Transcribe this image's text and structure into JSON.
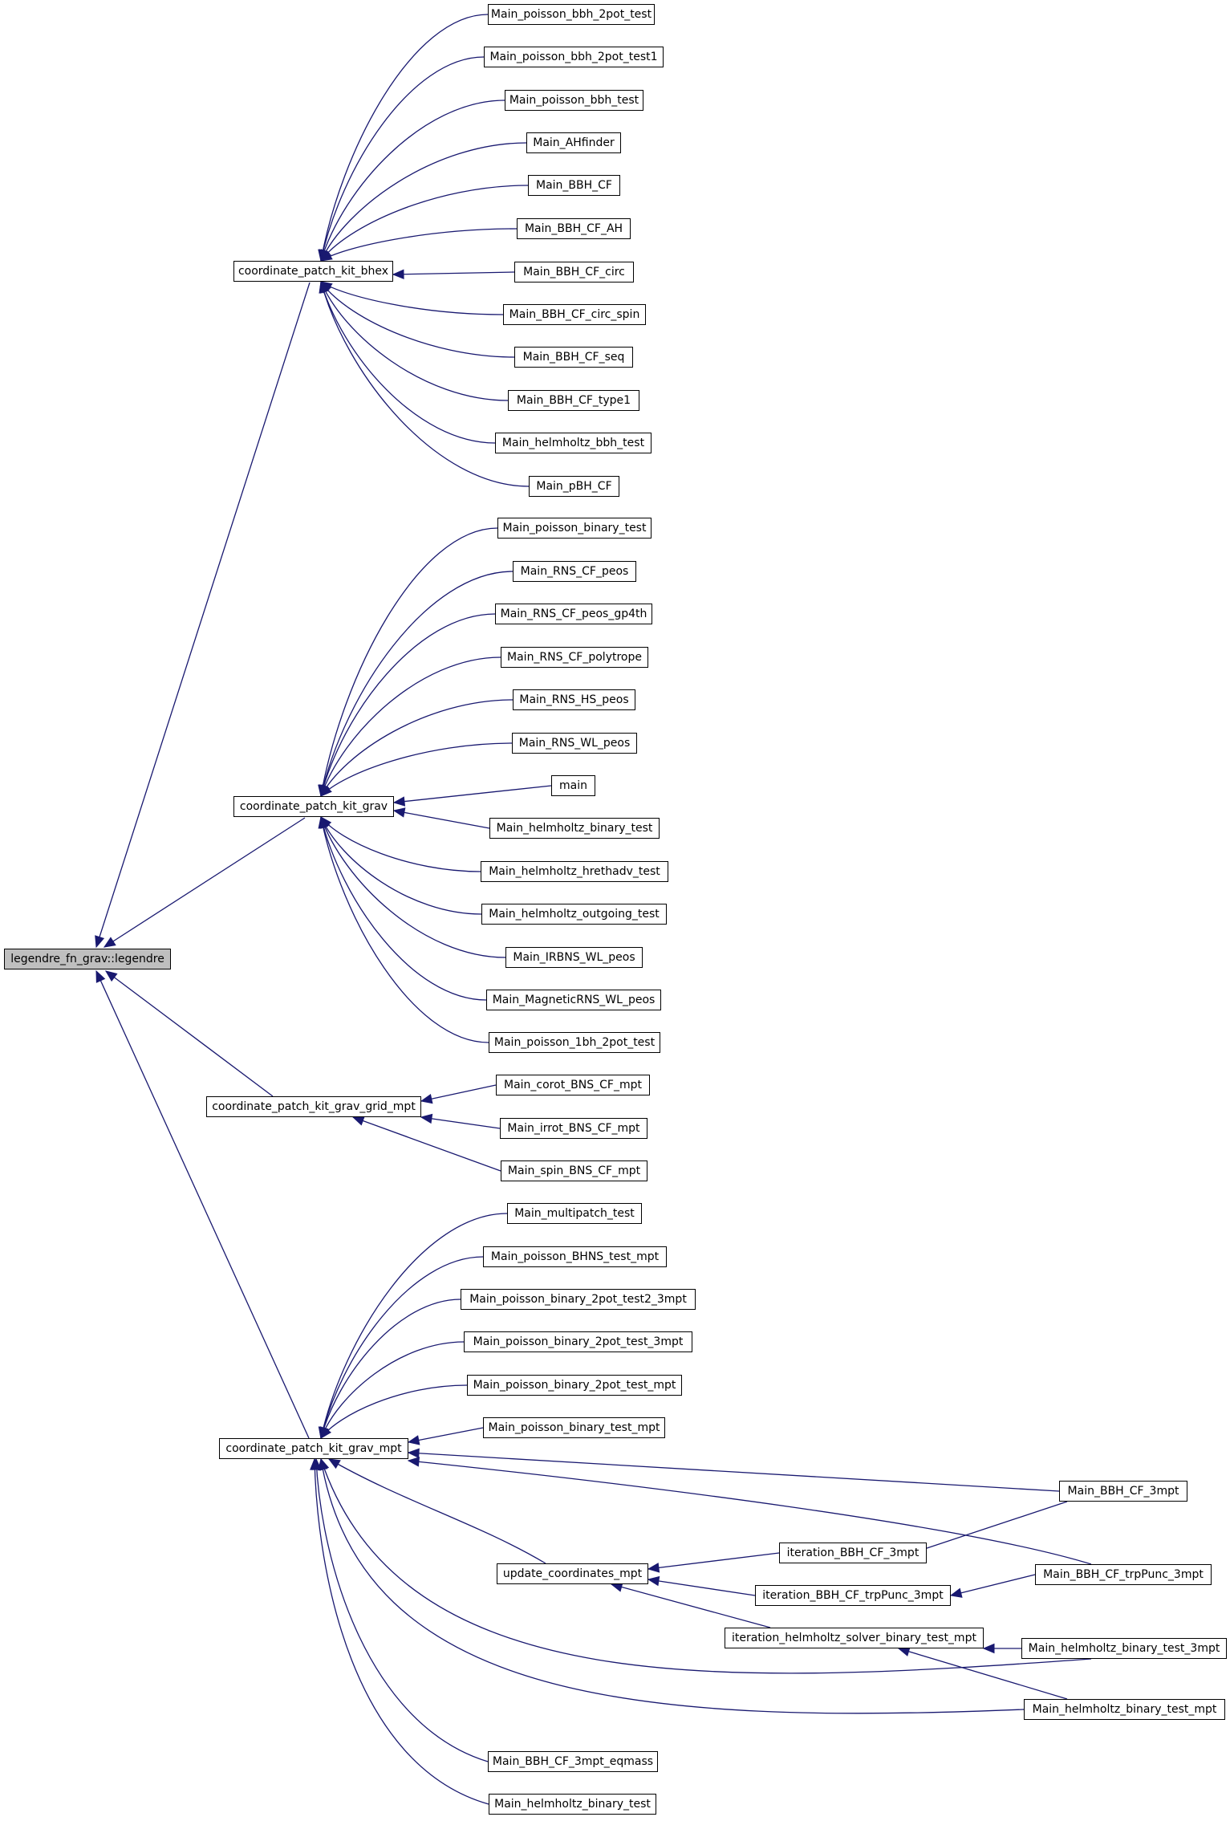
{
  "colors": {
    "edge": "#191970",
    "root_fill": "#bfbfbf",
    "node_fill": "#ffffff",
    "border": "#000000"
  },
  "nodes": {
    "root": "legendre_fn_grav::legendre",
    "bhex": "coordinate_patch_kit_bhex",
    "grav": "coordinate_patch_kit_grav",
    "gridmpt": "coordinate_patch_kit_grav_grid_mpt",
    "gravmpt": "coordinate_patch_kit_grav_mpt",
    "upd": "update_coordinates_mpt",
    "itbbh": "iteration_BBH_CF_3mpt",
    "ittrp": "iteration_BBH_CF_trpPunc_3mpt",
    "ithelm": "iteration_helmholtz_solver_binary_test_mpt",
    "mbbh3": "Main_BBH_CF_3mpt",
    "mtrp3": "Main_BBH_CF_trpPunc_3mpt",
    "mh3": "Main_helmholtz_binary_test_3mpt",
    "mhm": "Main_helmholtz_binary_test_mpt",
    "b1": "Main_poisson_bbh_2pot_test",
    "b2": "Main_poisson_bbh_2pot_test1",
    "b3": "Main_poisson_bbh_test",
    "b4": "Main_AHfinder",
    "b5": "Main_BBH_CF",
    "b6": "Main_BBH_CF_AH",
    "b7": "Main_BBH_CF_circ",
    "b8": "Main_BBH_CF_circ_spin",
    "b9": "Main_BBH_CF_seq",
    "b10": "Main_BBH_CF_type1",
    "b11": "Main_helmholtz_bbh_test",
    "b12": "Main_pBH_CF",
    "g1": "Main_poisson_binary_test",
    "g2": "Main_RNS_CF_peos",
    "g3": "Main_RNS_CF_peos_gp4th",
    "g4": "Main_RNS_CF_polytrope",
    "g5": "Main_RNS_HS_peos",
    "g6": "Main_RNS_WL_peos",
    "g7": "main",
    "g8": "Main_helmholtz_binary_test",
    "g9": "Main_helmholtz_hrethadv_test",
    "g10": "Main_helmholtz_outgoing_test",
    "g11": "Main_IRBNS_WL_peos",
    "g12": "Main_MagneticRNS_WL_peos",
    "g13": "Main_poisson_1bh_2pot_test",
    "r1": "Main_corot_BNS_CF_mpt",
    "r2": "Main_irrot_BNS_CF_mpt",
    "r3": "Main_spin_BNS_CF_mpt",
    "m1": "Main_multipatch_test",
    "m2": "Main_poisson_BHNS_test_mpt",
    "m3": "Main_poisson_binary_2pot_test2_3mpt",
    "m4": "Main_poisson_binary_2pot_test_3mpt",
    "m5": "Main_poisson_binary_2pot_test_mpt",
    "m6": "Main_poisson_binary_test_mpt",
    "m7": "Main_BBH_CF_3mpt_eqmass",
    "m8": "Main_helmholtz_binary_test"
  }
}
